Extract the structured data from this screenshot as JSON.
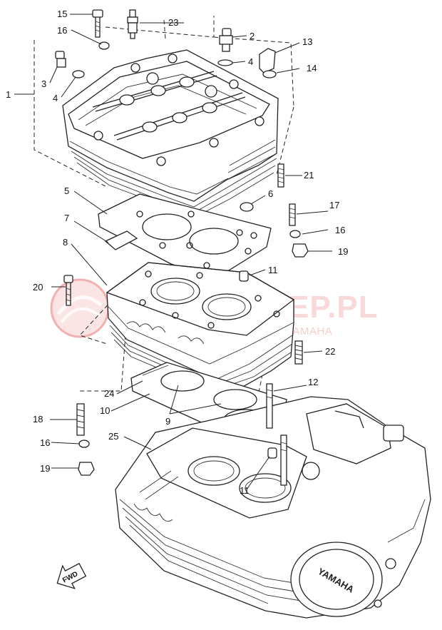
{
  "part_labels": {
    "p1": "1",
    "p2": "2",
    "p3": "3",
    "p4a": "4",
    "p4b": "4",
    "p5": "5",
    "p6": "6",
    "p7": "7",
    "p8": "8",
    "p9": "9",
    "p10": "10",
    "p11a": "11",
    "p11b": "11",
    "p12": "12",
    "p13": "13",
    "p14": "14",
    "p15": "15",
    "p16a": "16",
    "p16b": "16",
    "p16c": "16",
    "p17": "17",
    "p18": "18",
    "p19a": "19",
    "p19b": "19",
    "p20": "20",
    "p21": "21",
    "p22": "22",
    "p23": "23",
    "p24": "24",
    "p25": "25"
  },
  "watermark": {
    "main": "YAMA-SKLEP.PL",
    "sub": "AUTORYZOWANY DEALER YAMAHA"
  },
  "fwd_arrow": "FWD",
  "engine_cover_brand": "YAMAHA"
}
